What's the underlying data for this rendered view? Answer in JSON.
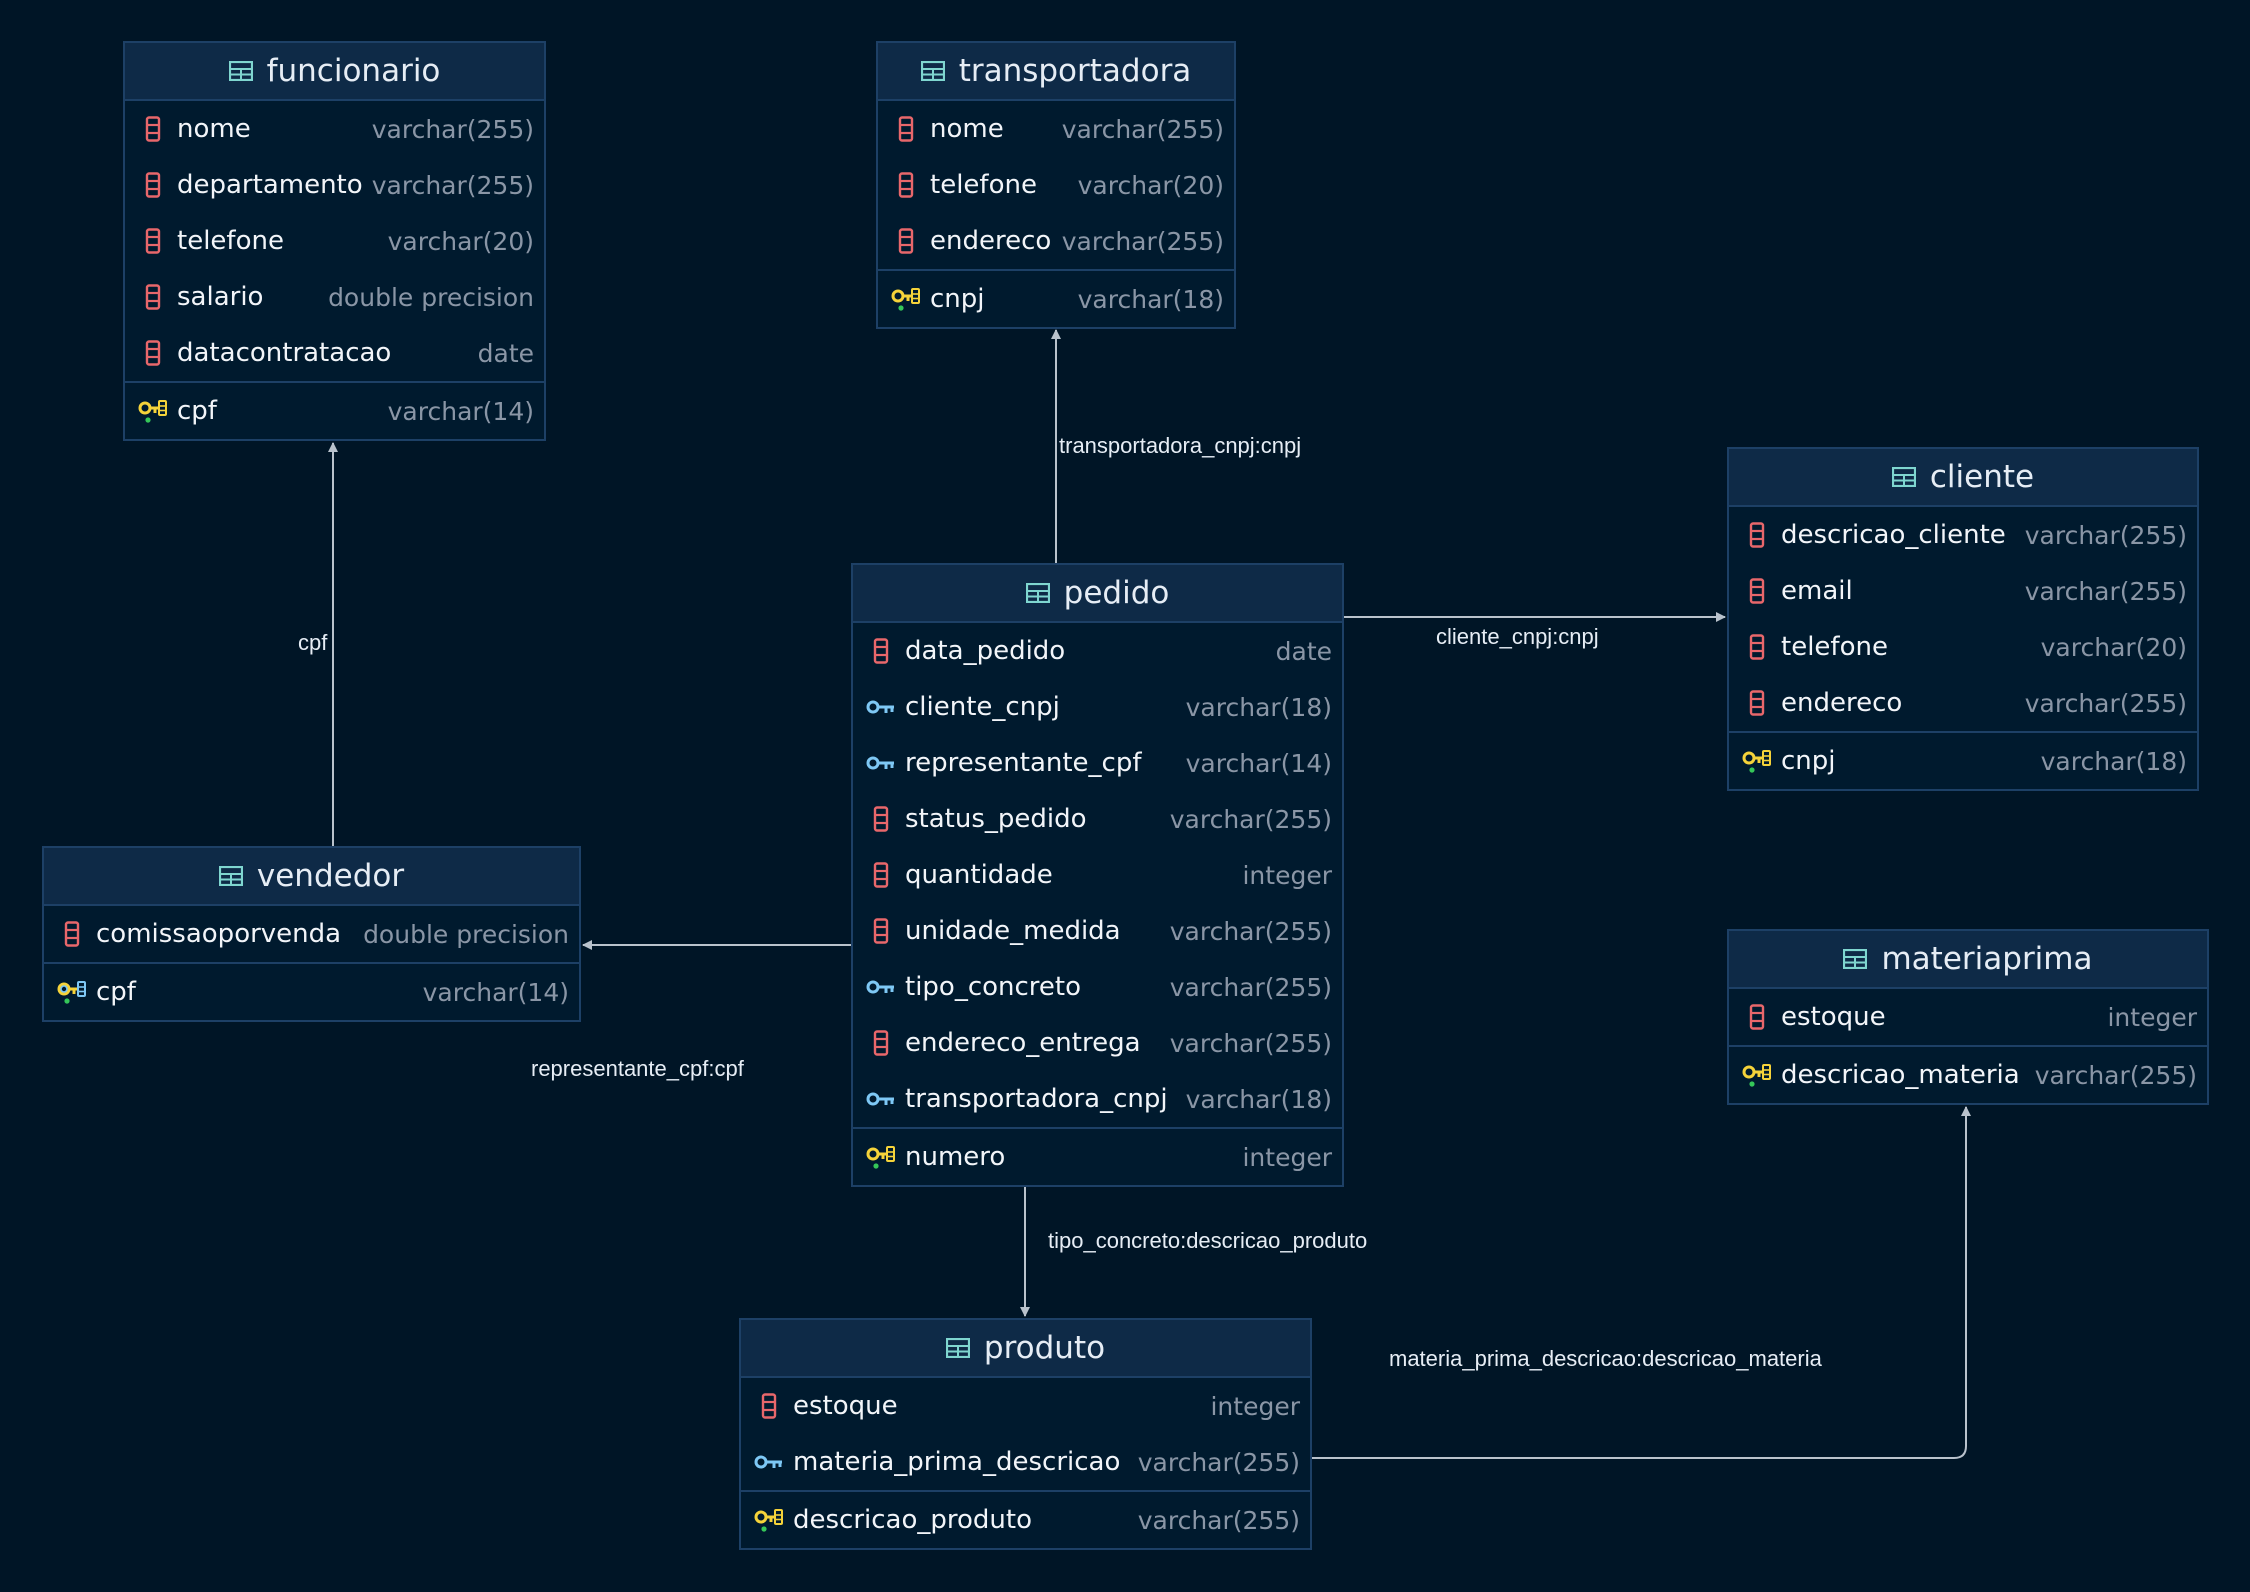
{
  "tables": [
    {
      "id": "funcionario",
      "name": "funcionario",
      "fields": [
        {
          "name": "nome",
          "type": "varchar(255)",
          "kind": "column"
        },
        {
          "name": "departamento",
          "type": "varchar(255)",
          "kind": "column"
        },
        {
          "name": "telefone",
          "type": "varchar(20)",
          "kind": "column"
        },
        {
          "name": "salario",
          "type": "double precision",
          "kind": "column"
        },
        {
          "name": "datacontratacao",
          "type": "date",
          "kind": "column"
        },
        {
          "name": "cpf",
          "type": "varchar(14)",
          "kind": "pk"
        }
      ]
    },
    {
      "id": "transportadora",
      "name": "transportadora",
      "fields": [
        {
          "name": "nome",
          "type": "varchar(255)",
          "kind": "column"
        },
        {
          "name": "telefone",
          "type": "varchar(20)",
          "kind": "column"
        },
        {
          "name": "endereco",
          "type": "varchar(255)",
          "kind": "column"
        },
        {
          "name": "cnpj",
          "type": "varchar(18)",
          "kind": "pk"
        }
      ]
    },
    {
      "id": "cliente",
      "name": "cliente",
      "fields": [
        {
          "name": "descricao_cliente",
          "type": "varchar(255)",
          "kind": "column"
        },
        {
          "name": "email",
          "type": "varchar(255)",
          "kind": "column"
        },
        {
          "name": "telefone",
          "type": "varchar(20)",
          "kind": "column"
        },
        {
          "name": "endereco",
          "type": "varchar(255)",
          "kind": "column"
        },
        {
          "name": "cnpj",
          "type": "varchar(18)",
          "kind": "pk"
        }
      ]
    },
    {
      "id": "pedido",
      "name": "pedido",
      "fields": [
        {
          "name": "data_pedido",
          "type": "date",
          "kind": "column"
        },
        {
          "name": "cliente_cnpj",
          "type": "varchar(18)",
          "kind": "fk"
        },
        {
          "name": "representante_cpf",
          "type": "varchar(14)",
          "kind": "fk"
        },
        {
          "name": "status_pedido",
          "type": "varchar(255)",
          "kind": "column"
        },
        {
          "name": "quantidade",
          "type": "integer",
          "kind": "column"
        },
        {
          "name": "unidade_medida",
          "type": "varchar(255)",
          "kind": "column"
        },
        {
          "name": "tipo_concreto",
          "type": "varchar(255)",
          "kind": "fk"
        },
        {
          "name": "endereco_entrega",
          "type": "varchar(255)",
          "kind": "column"
        },
        {
          "name": "transportadora_cnpj",
          "type": "varchar(18)",
          "kind": "fk"
        },
        {
          "name": "numero",
          "type": "integer",
          "kind": "pk"
        }
      ]
    },
    {
      "id": "vendedor",
      "name": "vendedor",
      "fields": [
        {
          "name": "comissaoporvenda",
          "type": "double precision",
          "kind": "column"
        },
        {
          "name": "cpf",
          "type": "varchar(14)",
          "kind": "pkfk"
        }
      ]
    },
    {
      "id": "materiaprima",
      "name": "materiaprima",
      "fields": [
        {
          "name": "estoque",
          "type": "integer",
          "kind": "column"
        },
        {
          "name": "descricao_materia",
          "type": "varchar(255)",
          "kind": "pk"
        }
      ]
    },
    {
      "id": "produto",
      "name": "produto",
      "fields": [
        {
          "name": "estoque",
          "type": "integer",
          "kind": "column"
        },
        {
          "name": "materia_prima_descricao",
          "type": "varchar(255)",
          "kind": "fk"
        },
        {
          "name": "descricao_produto",
          "type": "varchar(255)",
          "kind": "pk"
        }
      ]
    }
  ],
  "relations": [
    {
      "from": "vendedor",
      "to": "funcionario",
      "label": "cpf"
    },
    {
      "from": "pedido",
      "to": "transportadora",
      "label": "transportadora_cnpj:cnpj"
    },
    {
      "from": "pedido",
      "to": "cliente",
      "label": "cliente_cnpj:cnpj"
    },
    {
      "from": "pedido",
      "to": "vendedor",
      "label": "representante_cpf:cpf"
    },
    {
      "from": "pedido",
      "to": "produto",
      "label": "tipo_concreto:descricao_produto"
    },
    {
      "from": "produto",
      "to": "materiaprima",
      "label": "materia_prima_descricao:descricao_materia"
    }
  ],
  "colors": {
    "background": "#001526",
    "column_icon": "#e8676b",
    "fk_icon": "#7ec8f5",
    "pk_icon": "#f5d33a",
    "table_icon": "#7fd6d0",
    "edge": "#b9c2cc"
  },
  "icons": {
    "table": "table-icon",
    "column": "column-icon",
    "fk": "foreign-key-icon",
    "pk": "primary-key-icon"
  }
}
